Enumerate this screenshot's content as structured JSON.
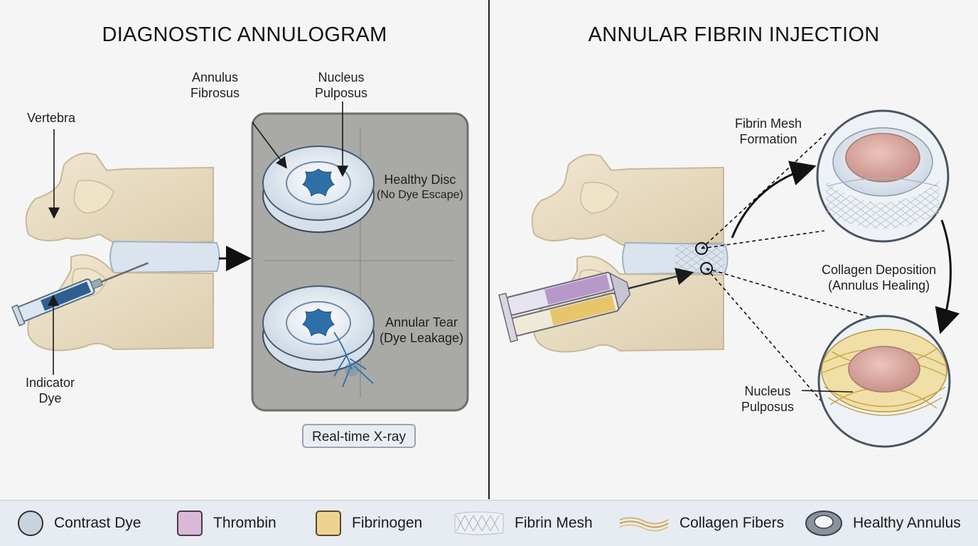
{
  "left_panel": {
    "title": "DIAGNOSTIC ANNULOGRAM",
    "labels": {
      "vertebra": "Vertebra",
      "annulus_line1": "Annulus",
      "annulus_line2": "Fibrosus",
      "nucleus_line1": "Nucleus",
      "nucleus_line2": "Pulposus",
      "healthy_line1": "Healthy Disc",
      "healthy_line2": "(No Dye Escape)",
      "tear_line1": "Annular Tear",
      "tear_line2": "(Dye Leakage)",
      "dye_line1": "Indicator",
      "dye_line2": "Dye"
    },
    "xray_caption": "Real-time X-ray"
  },
  "right_panel": {
    "title": "ANNULAR FIBRIN INJECTION",
    "labels": {
      "mesh_line1": "Fibrin Mesh",
      "mesh_line2": "Formation",
      "collagen_line1": "Collagen Deposition",
      "collagen_line2": "(Annulus Healing)",
      "nucleus_line1": "Nucleus",
      "nucleus_line2": "Pulposus"
    }
  },
  "legend": {
    "items": [
      {
        "label": "Contrast Dye",
        "icon": "contrast-dye-circle-icon",
        "color": "#c9d3de"
      },
      {
        "label": "Thrombin",
        "icon": "thrombin-square-icon",
        "color": "#d9b8d8"
      },
      {
        "label": "Fibrinogen",
        "icon": "fibrinogen-square-icon",
        "color": "#ecd490"
      },
      {
        "label": "Fibrin Mesh",
        "icon": "fibrin-mesh-icon",
        "color": "#d8dde3"
      },
      {
        "label": "Collagen Fibers",
        "icon": "collagen-fibers-icon",
        "color": "#d8b46a"
      },
      {
        "label": "Healthy Annulus",
        "icon": "healthy-annulus-icon",
        "color": "#8a929c"
      }
    ]
  },
  "colors": {
    "bone": "#e8dcc2",
    "bone_outline": "#c8b89a",
    "disc": "#e4ebf3",
    "dye": "#4d86b8",
    "xray_bg": "#a9a9a5",
    "nucleus_pink": "#d9a8a0"
  }
}
